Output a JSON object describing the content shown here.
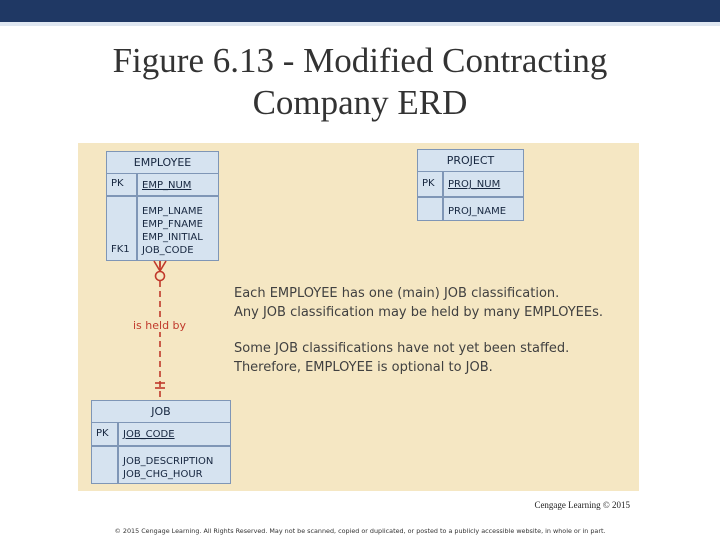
{
  "slide": {
    "title_line1": "Figure 6.13 - Modified Contracting",
    "title_line2": "Company ERD",
    "credit": "Cengage Learning © 2015",
    "copyright": "© 2015 Cengage Learning. All Rights Reserved. May not be scanned, copied or duplicated, or posted to a publicly accessible website, in whole or in part."
  },
  "colors": {
    "header_bar": "#1f3864",
    "diagram_bg": "#f5e7c3",
    "entity_fill": "#d6e3f0",
    "entity_border": "#7f96b6",
    "relationship_line": "#c0392b"
  },
  "entities": {
    "employee": {
      "name": "EMPLOYEE",
      "pk_key": "PK",
      "pk_attr": "EMP_NUM",
      "fk_key": "FK1",
      "attrs": [
        "EMP_LNAME",
        "EMP_FNAME",
        "EMP_INITIAL",
        "JOB_CODE"
      ]
    },
    "project": {
      "name": "PROJECT",
      "pk_key": "PK",
      "pk_attr": "PROJ_NUM",
      "attrs": [
        "PROJ_NAME"
      ]
    },
    "job": {
      "name": "JOB",
      "pk_key": "PK",
      "pk_attr": "JOB_CODE",
      "attrs": [
        "JOB_DESCRIPTION",
        "JOB_CHG_HOUR"
      ]
    }
  },
  "relationship": {
    "label": "is held by"
  },
  "notes": {
    "line1": "Each EMPLOYEE has one (main) JOB classification.",
    "line2": "Any JOB classification may be held by many EMPLOYEEs.",
    "line3": "Some JOB classifications have not yet been staffed.",
    "line4": "Therefore, EMPLOYEE is optional to JOB."
  }
}
